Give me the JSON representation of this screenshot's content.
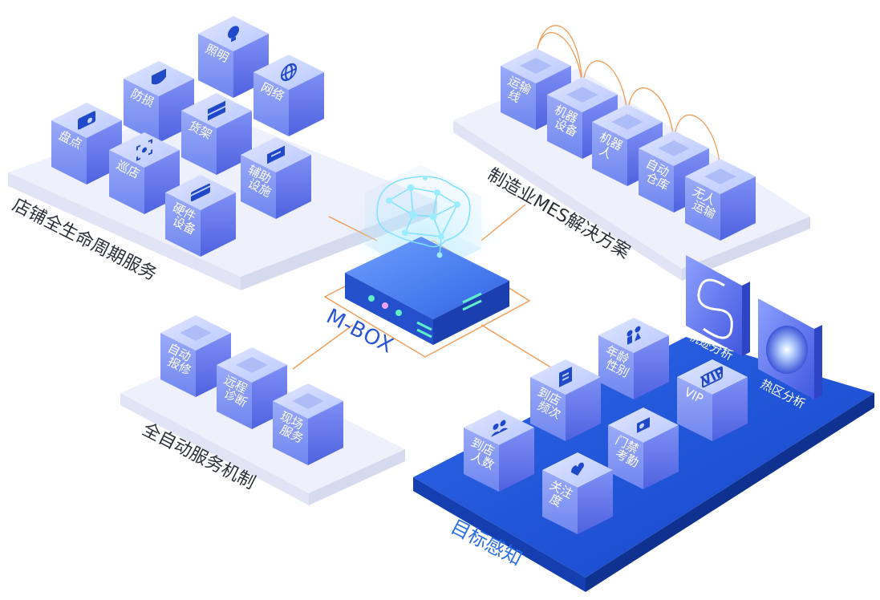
{
  "platforms": {
    "store": {
      "title": "店铺全生命周期服务",
      "cubes": [
        {
          "icon": "inventory-icon",
          "lines": [
            "盘点"
          ]
        },
        {
          "icon": "shield-icon",
          "lines": [
            "防损"
          ]
        },
        {
          "icon": "lightbulb-icon",
          "lines": [
            "照明"
          ]
        },
        {
          "icon": "globe-icon",
          "lines": [
            "网络"
          ]
        },
        {
          "icon": "scan-icon",
          "lines": [
            "巡店"
          ]
        },
        {
          "icon": "shelf-icon",
          "lines": [
            "货架"
          ]
        },
        {
          "icon": "display-icon",
          "lines": [
            "辅助",
            "设施"
          ]
        },
        {
          "icon": "card-icon",
          "lines": [
            "硬件",
            "设备"
          ]
        }
      ]
    },
    "mes": {
      "title": "制造业MES解决方案",
      "cubes": [
        {
          "lines": [
            "运输",
            "线"
          ]
        },
        {
          "lines": [
            "机器",
            "设备"
          ]
        },
        {
          "lines": [
            "机器",
            "人"
          ]
        },
        {
          "lines": [
            "自动",
            "仓库"
          ]
        },
        {
          "lines": [
            "无人",
            "运输"
          ]
        }
      ]
    },
    "service": {
      "title": "全自动服务机制",
      "cubes": [
        {
          "lines": [
            "自动",
            "报修"
          ]
        },
        {
          "lines": [
            "远程",
            "诊断"
          ]
        },
        {
          "lines": [
            "现场",
            "服务"
          ]
        }
      ]
    },
    "target": {
      "title": "目标感知",
      "panels": [
        {
          "icon": "trajectory-icon",
          "label": "轨迹分析"
        },
        {
          "icon": "heatmap-icon",
          "label": "热区分析"
        }
      ],
      "cubes": [
        {
          "icon": "people-icon",
          "lines": [
            "到店",
            "人数"
          ]
        },
        {
          "icon": "document-icon",
          "lines": [
            "到店",
            "频次"
          ]
        },
        {
          "icon": "couple-icon",
          "lines": [
            "年龄",
            "性别"
          ]
        },
        {
          "icon": "vip-icon",
          "lines": [
            "VIP"
          ]
        },
        {
          "icon": "key-icon",
          "lines": [
            "门禁",
            "考勤"
          ]
        },
        {
          "icon": "heart-icon",
          "lines": [
            "关注",
            "度"
          ]
        }
      ],
      "vip_badge": "VIP"
    }
  },
  "hub": {
    "label": "M-BOX"
  },
  "colors": {
    "platform_light": "#eef0fb",
    "platform_blue": "#1f56d6",
    "cube_top": "#c8d3ff",
    "cube_left": "#7f95f5",
    "cube_right": "#5d74ea",
    "connector": "#f39a54",
    "hub_blue": "#2a5fe0"
  }
}
